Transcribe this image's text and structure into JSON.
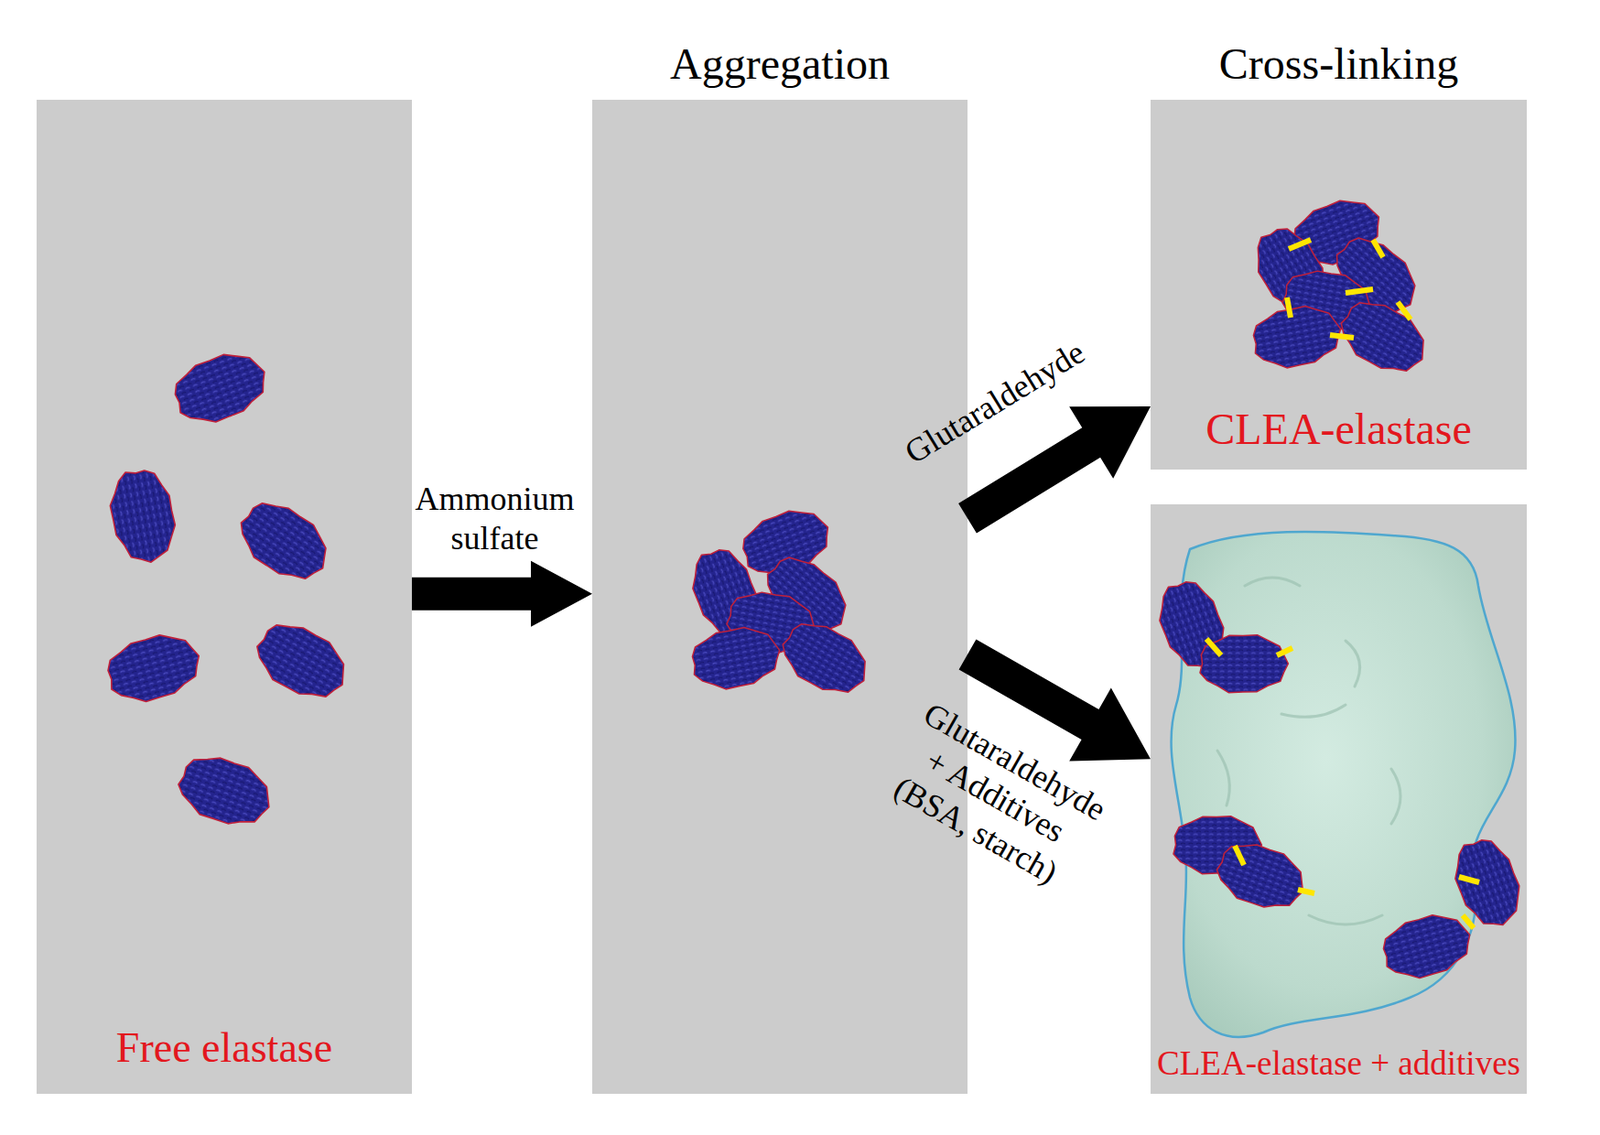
{
  "diagram": {
    "nodes": [
      {
        "text": [
          "Free elastase"
        ]
      },
      {
        "text": [
          "Aggregation"
        ]
      },
      {
        "text": [
          "Cross-linking",
          "CLEA-elastase"
        ]
      },
      {
        "text": [
          "CLEA-elastase + additives"
        ]
      }
    ],
    "edges": [
      {
        "from": 0,
        "to": 1,
        "arrow": "to",
        "label": "Ammonium sulfate"
      },
      {
        "from": 1,
        "to": 2,
        "arrow": "to",
        "label": "Glutaraldehyde"
      },
      {
        "from": 1,
        "to": 3,
        "arrow": "to",
        "label": "Glutaraldehyde + Additives (BSA, starch)"
      }
    ]
  }
}
